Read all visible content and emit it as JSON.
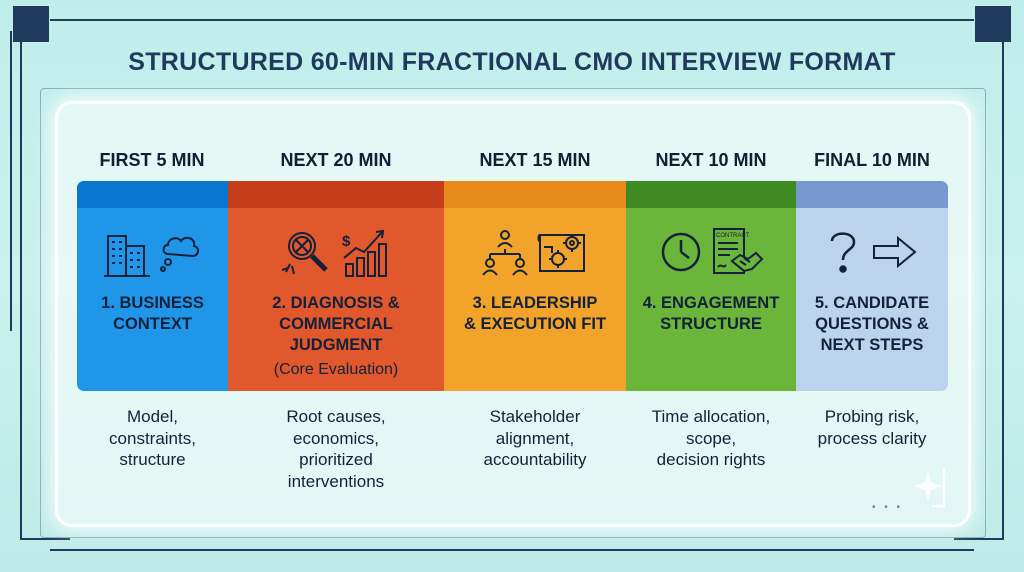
{
  "title": "STRUCTURED 60-MIN FRACTIONAL CMO INTERVIEW FORMAT",
  "colors": {
    "navy": "#1f3a5c",
    "business": "#1f96e8",
    "business_strip": "#0b76cf",
    "diagnosis": "#e0582b",
    "diagnosis_strip": "#c53d1a",
    "leadership": "#f2a42a",
    "leadership_strip": "#e98a1d",
    "engagement": "#6ab53a",
    "engagement_strip": "#3f8a22",
    "candidate": "#bcd3ee",
    "candidate_strip": "#7898d0"
  },
  "steps": [
    {
      "time": "FIRST 5 MIN",
      "label_lines": [
        "1. BUSINESS",
        "CONTEXT"
      ],
      "note": "",
      "desc_lines": [
        "Model,",
        "constraints,",
        "structure"
      ],
      "icons": [
        "building-icon",
        "thought-cloud-icon"
      ]
    },
    {
      "time": "NEXT 20 MIN",
      "label_lines": [
        "2. DIAGNOSIS &",
        "COMMERCIAL",
        "JUDGMENT"
      ],
      "note": "(Core Evaluation)",
      "desc_lines": [
        "Root causes,",
        "economics,",
        "prioritized",
        "interventions"
      ],
      "icons": [
        "magnifier-icon",
        "growth-chart-icon"
      ]
    },
    {
      "time": "NEXT 15 MIN",
      "label_lines": [
        "3. LEADERSHIP",
        "& EXECUTION FIT"
      ],
      "note": "",
      "desc_lines": [
        "Stakeholder",
        "alignment,",
        "accountability"
      ],
      "icons": [
        "team-hierarchy-icon",
        "blueprint-gear-icon"
      ]
    },
    {
      "time": "NEXT 10 MIN",
      "label_lines": [
        "4. ENGAGEMENT",
        "STRUCTURE"
      ],
      "note": "",
      "desc_lines": [
        "Time allocation,",
        "scope,",
        "decision rights"
      ],
      "icons": [
        "clock-icon",
        "contract-handshake-icon"
      ],
      "contract_text": "CONTRACT"
    },
    {
      "time": "FINAL 10 MIN",
      "label_lines": [
        "5. CANDIDATE",
        "QUESTIONS &",
        "NEXT STEPS"
      ],
      "note": "",
      "desc_lines": [
        "Probing risk,",
        "process clarity"
      ],
      "icons": [
        "question-mark-icon",
        "arrow-right-icon"
      ]
    }
  ]
}
